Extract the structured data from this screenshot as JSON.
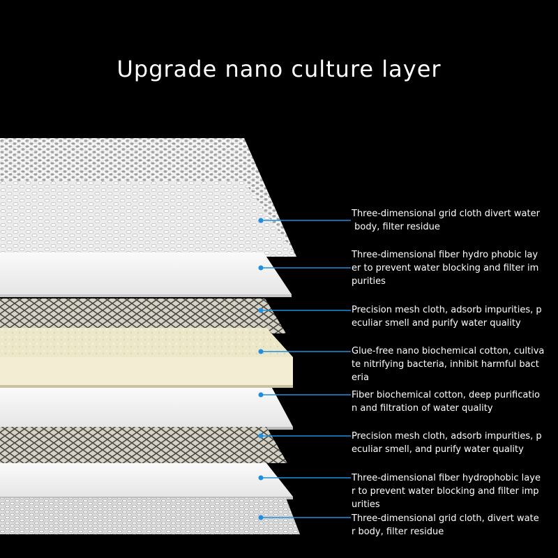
{
  "title": "Upgrade nano culture layer",
  "colors": {
    "background": "#000000",
    "pointer": "#1e8fe0",
    "text": "#ffffff"
  },
  "layers": [
    {
      "name": "three-dimensional-grid-cloth-top",
      "pattern": "hex-mesh",
      "label": "Three-dimensional grid cloth divert water\n body, filter residue"
    },
    {
      "name": "fiber-hydrophobic-layer-top",
      "pattern": "white-sheet",
      "label": "Three-dimensional fiber hydro phobic lay\ner to prevent water blocking and filter im\npurities"
    },
    {
      "name": "precision-mesh-cloth-top",
      "pattern": "diamond-mesh",
      "label": "Precision mesh cloth, adsorb impurities, p\neculiar smell and purify water quality"
    },
    {
      "name": "glue-free-nano-biochemical-cotton",
      "pattern": "cream-cotton",
      "label": "Glue-free nano biochemical cotton, cultiva\nte nitrifying bacteria, inhibit harmful bact\neria"
    },
    {
      "name": "fiber-biochemical-cotton",
      "pattern": "white-sheet",
      "label": "Fiber biochemical cotton, deep purificatio\nn and filtration of water quality"
    },
    {
      "name": "precision-mesh-cloth-bottom",
      "pattern": "diamond-mesh",
      "label": "Precision mesh cloth, adsorb impurities, p\neculiar smell, and purify water quality"
    },
    {
      "name": "fiber-hydrophobic-layer-bottom",
      "pattern": "white-sheet",
      "label": "Three-dimensional fiber hydrophobic laye\nr to prevent water blocking and filter imp\nurities"
    },
    {
      "name": "three-dimensional-grid-cloth-bottom",
      "pattern": "hex-mesh-small",
      "label": "Three-dimensional grid cloth, divert wate\nr body, filter residue"
    }
  ]
}
